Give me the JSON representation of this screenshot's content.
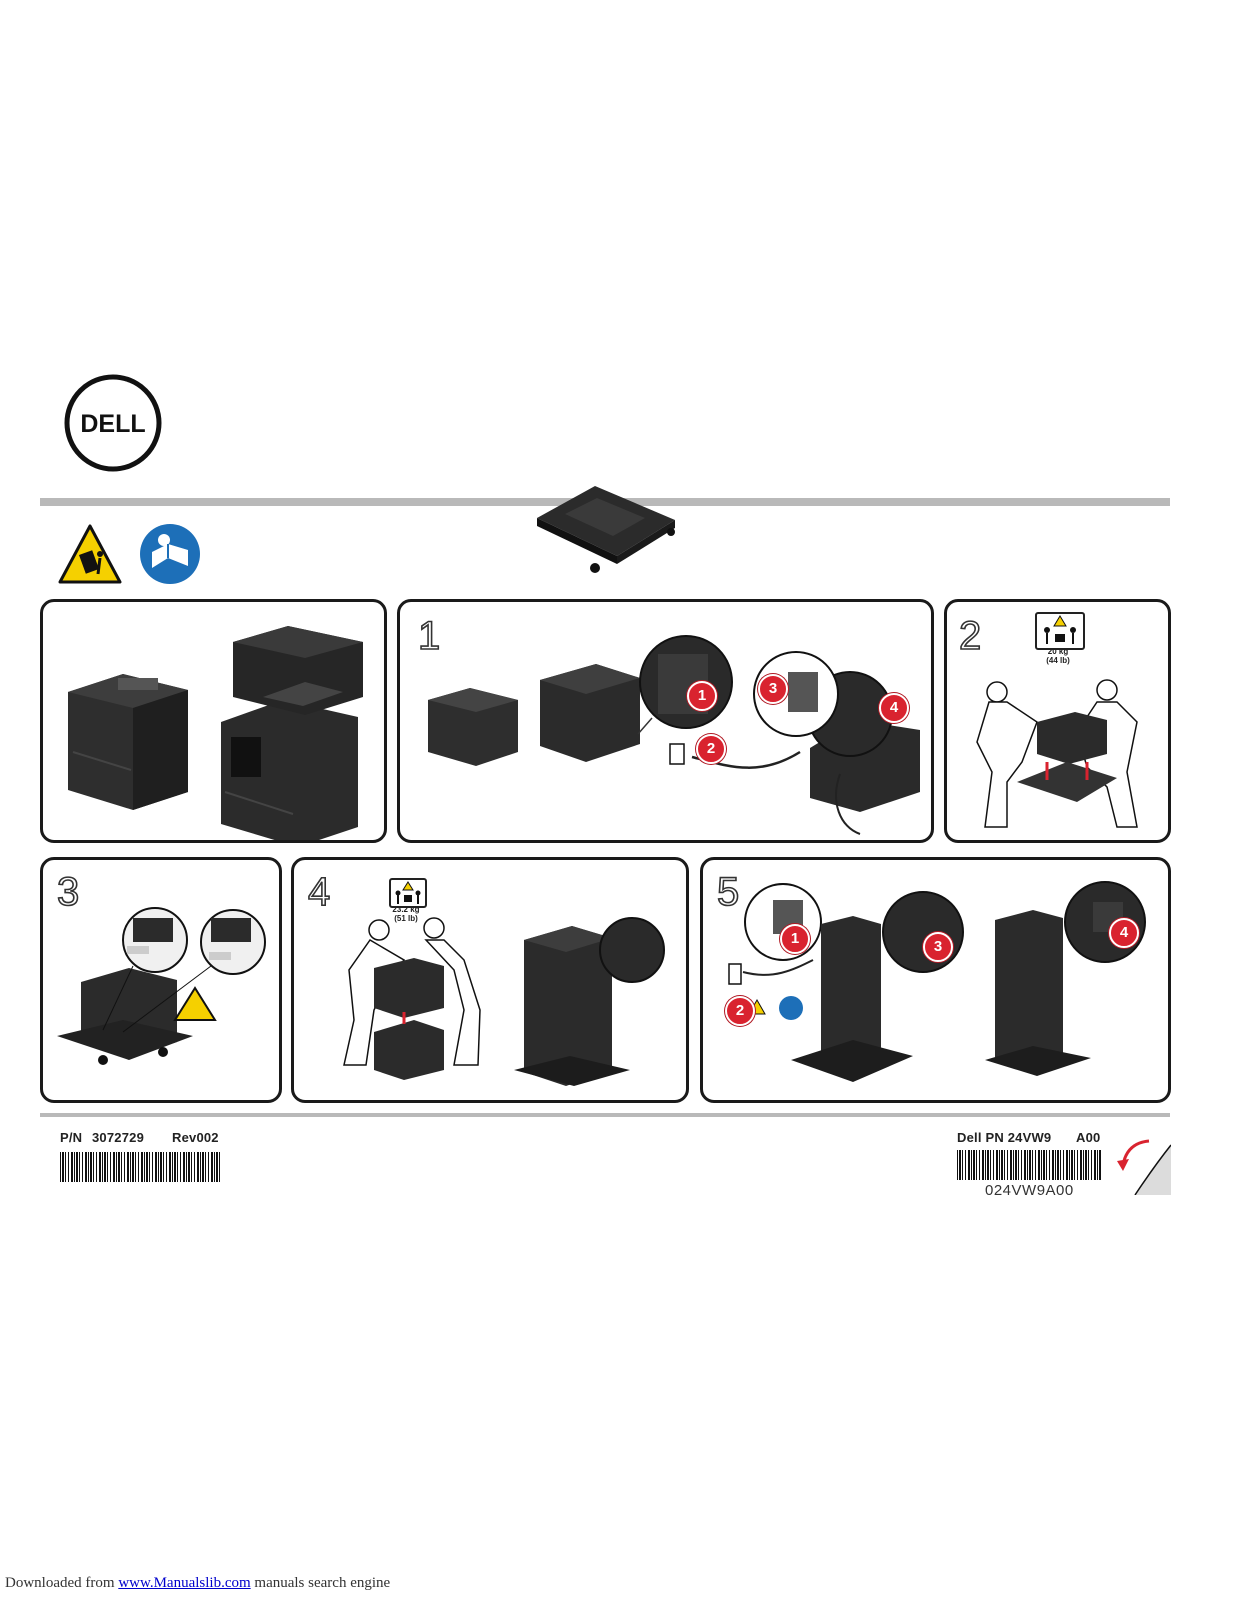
{
  "brand": {
    "logo_text": "DELL"
  },
  "panels": [
    {
      "id": "intro",
      "number": ""
    },
    {
      "id": "step1",
      "number": "1",
      "callouts": [
        "1",
        "2",
        "3",
        "4"
      ]
    },
    {
      "id": "step2",
      "number": "2",
      "weight_kg": "20 kg",
      "weight_lb": "(44 lb)"
    },
    {
      "id": "step3",
      "number": "3"
    },
    {
      "id": "step4",
      "number": "4",
      "weight_kg": "23.2 kg",
      "weight_lb": "(51 lb)"
    },
    {
      "id": "step5",
      "number": "5",
      "callouts": [
        "1",
        "2",
        "3",
        "4"
      ]
    }
  ],
  "footer_codes": {
    "left_pn_label": "P/N",
    "left_pn_value": "3072729",
    "left_rev": "Rev002",
    "right_pn_label": "Dell PN 24VW9",
    "right_rev": "A00",
    "right_barcode_text": "024VW9A00"
  },
  "download_footer": {
    "prefix": "Downloaded from",
    "link_text": "www.Manualslib.com",
    "suffix": "manuals search engine"
  },
  "icons": [
    "tip-over-warning-icon",
    "read-manual-icon",
    "two-person-lift-icon",
    "power-switch-icon",
    "power-outlet-icon",
    "page-turn-icon"
  ]
}
